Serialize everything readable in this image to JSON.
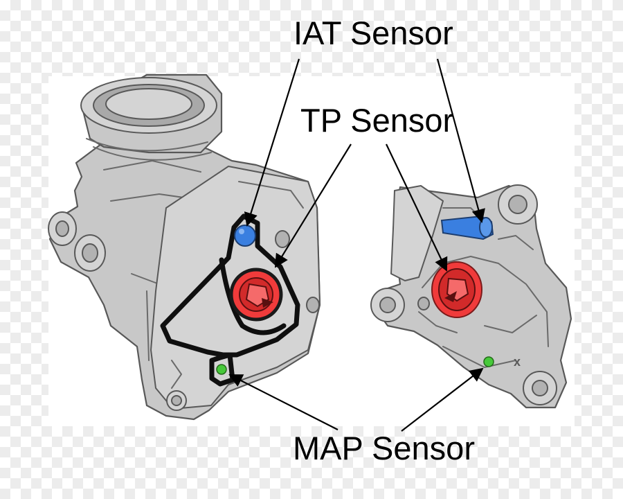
{
  "labels": {
    "iat_sensor": "IAT Sensor",
    "tp_sensor": "TP Sensor",
    "map_sensor": "MAP Sensor"
  },
  "colors": {
    "iat_sensor": "#3a7fe0",
    "tp_sensor": "#f03b3b",
    "map_sensor": "#47c93a",
    "housing": "#c8c8c8",
    "gasket": "#0f0f0f"
  }
}
